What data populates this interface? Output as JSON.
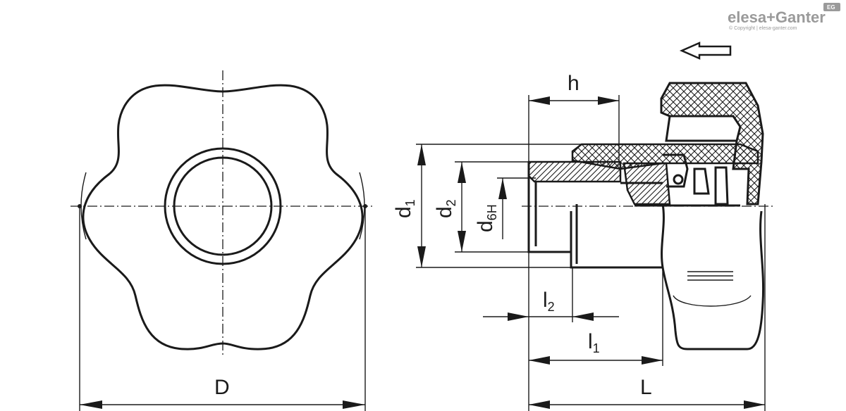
{
  "brand": {
    "name": "elesa+Ganter",
    "copyright": "© Copyright | elesa-ganter.com",
    "badge": "EG",
    "color": "#9a9a9a"
  },
  "dimensions": {
    "D": "D",
    "L": "L",
    "h": "h",
    "d1": {
      "base": "d",
      "sub": "1"
    },
    "d2": {
      "base": "d",
      "sub": "2"
    },
    "d6H": {
      "base": "d",
      "sub": "6H"
    },
    "l1": {
      "base": "l",
      "sub": "1"
    },
    "l2": {
      "base": "l",
      "sub": "2"
    }
  },
  "colors": {
    "line": "#1a1a1a",
    "background": "#ffffff"
  }
}
